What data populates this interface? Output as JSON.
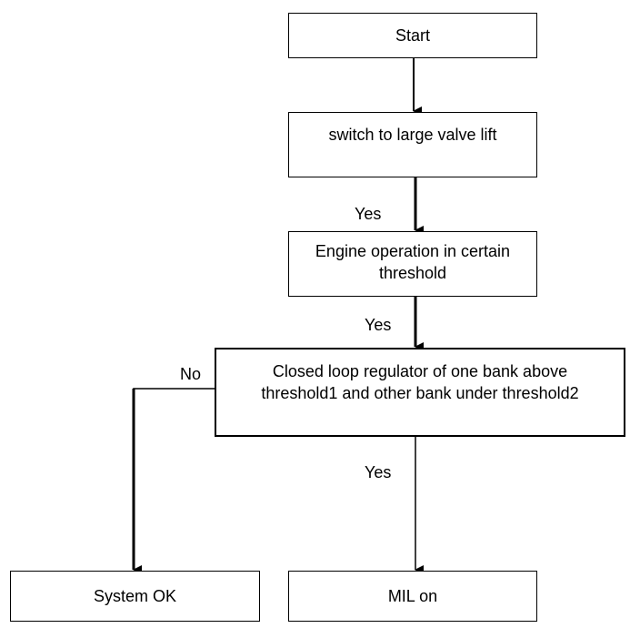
{
  "nodes": {
    "start": "Start",
    "switch": "switch to large valve lift",
    "engine": "Engine operation in certain\nthreshold",
    "closed_loop": "Closed loop regulator of one bank above\nthreshold1 and other bank under threshold2",
    "system_ok": "System OK",
    "mil_on": "MIL on"
  },
  "edge_labels": {
    "switch_to_engine": "Yes",
    "engine_to_closed": "Yes",
    "closed_to_ok": "No",
    "closed_to_mil": "Yes"
  },
  "colors": {
    "line": "#000000",
    "background": "#ffffff"
  }
}
